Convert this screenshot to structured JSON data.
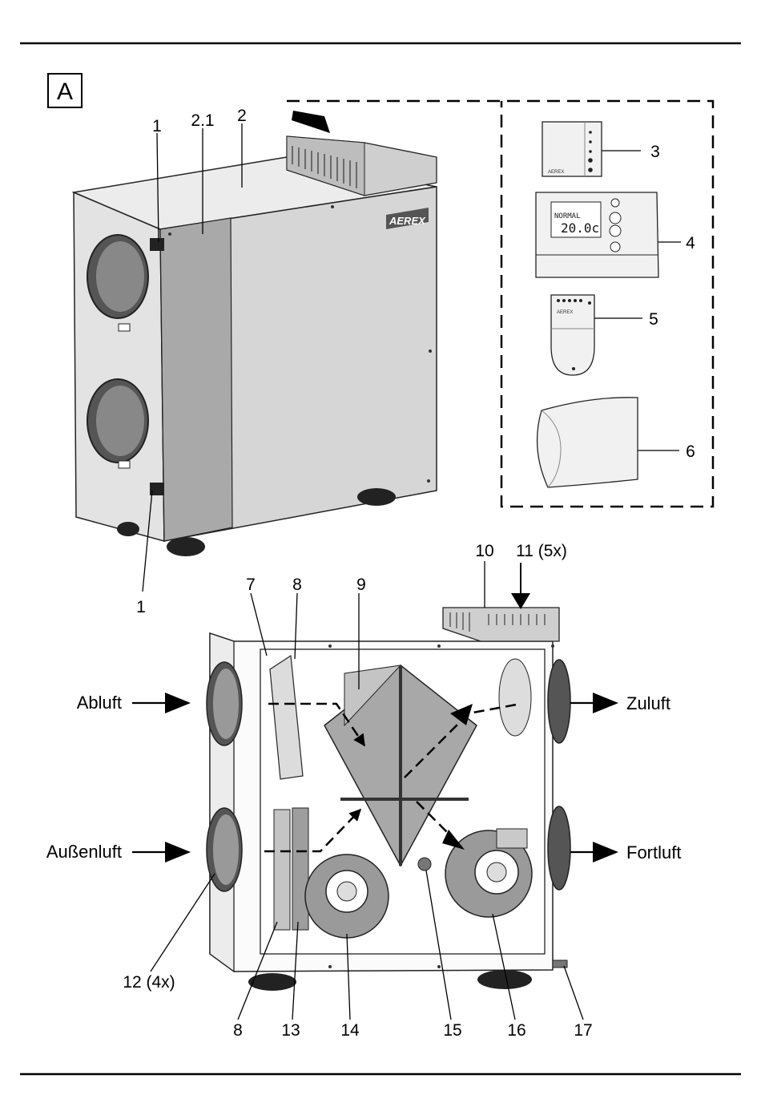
{
  "figure_badge": "A",
  "brand_logo": "AEREX",
  "thermostat_display": {
    "mode": "NORMAL",
    "temperature": "20.0c"
  },
  "callouts_top": {
    "c1_upper": "1",
    "c1_lower": "1",
    "c2_1": "2.1",
    "c2": "2",
    "c3": "3",
    "c4": "4",
    "c5": "5",
    "c6": "6"
  },
  "callouts_bottom": {
    "c7": "7",
    "c8_top": "8",
    "c9": "9",
    "c10": "10",
    "c11": "11 (5x)",
    "c12": "12 (4x)",
    "c8_bottom": "8",
    "c13": "13",
    "c14": "14",
    "c15": "15",
    "c16": "16",
    "c17": "17"
  },
  "airflows": {
    "exhaust_in": "Abluft",
    "outdoor_in": "Außenluft",
    "supply_out": "Zuluft",
    "exhaust_out": "Fortluft"
  }
}
